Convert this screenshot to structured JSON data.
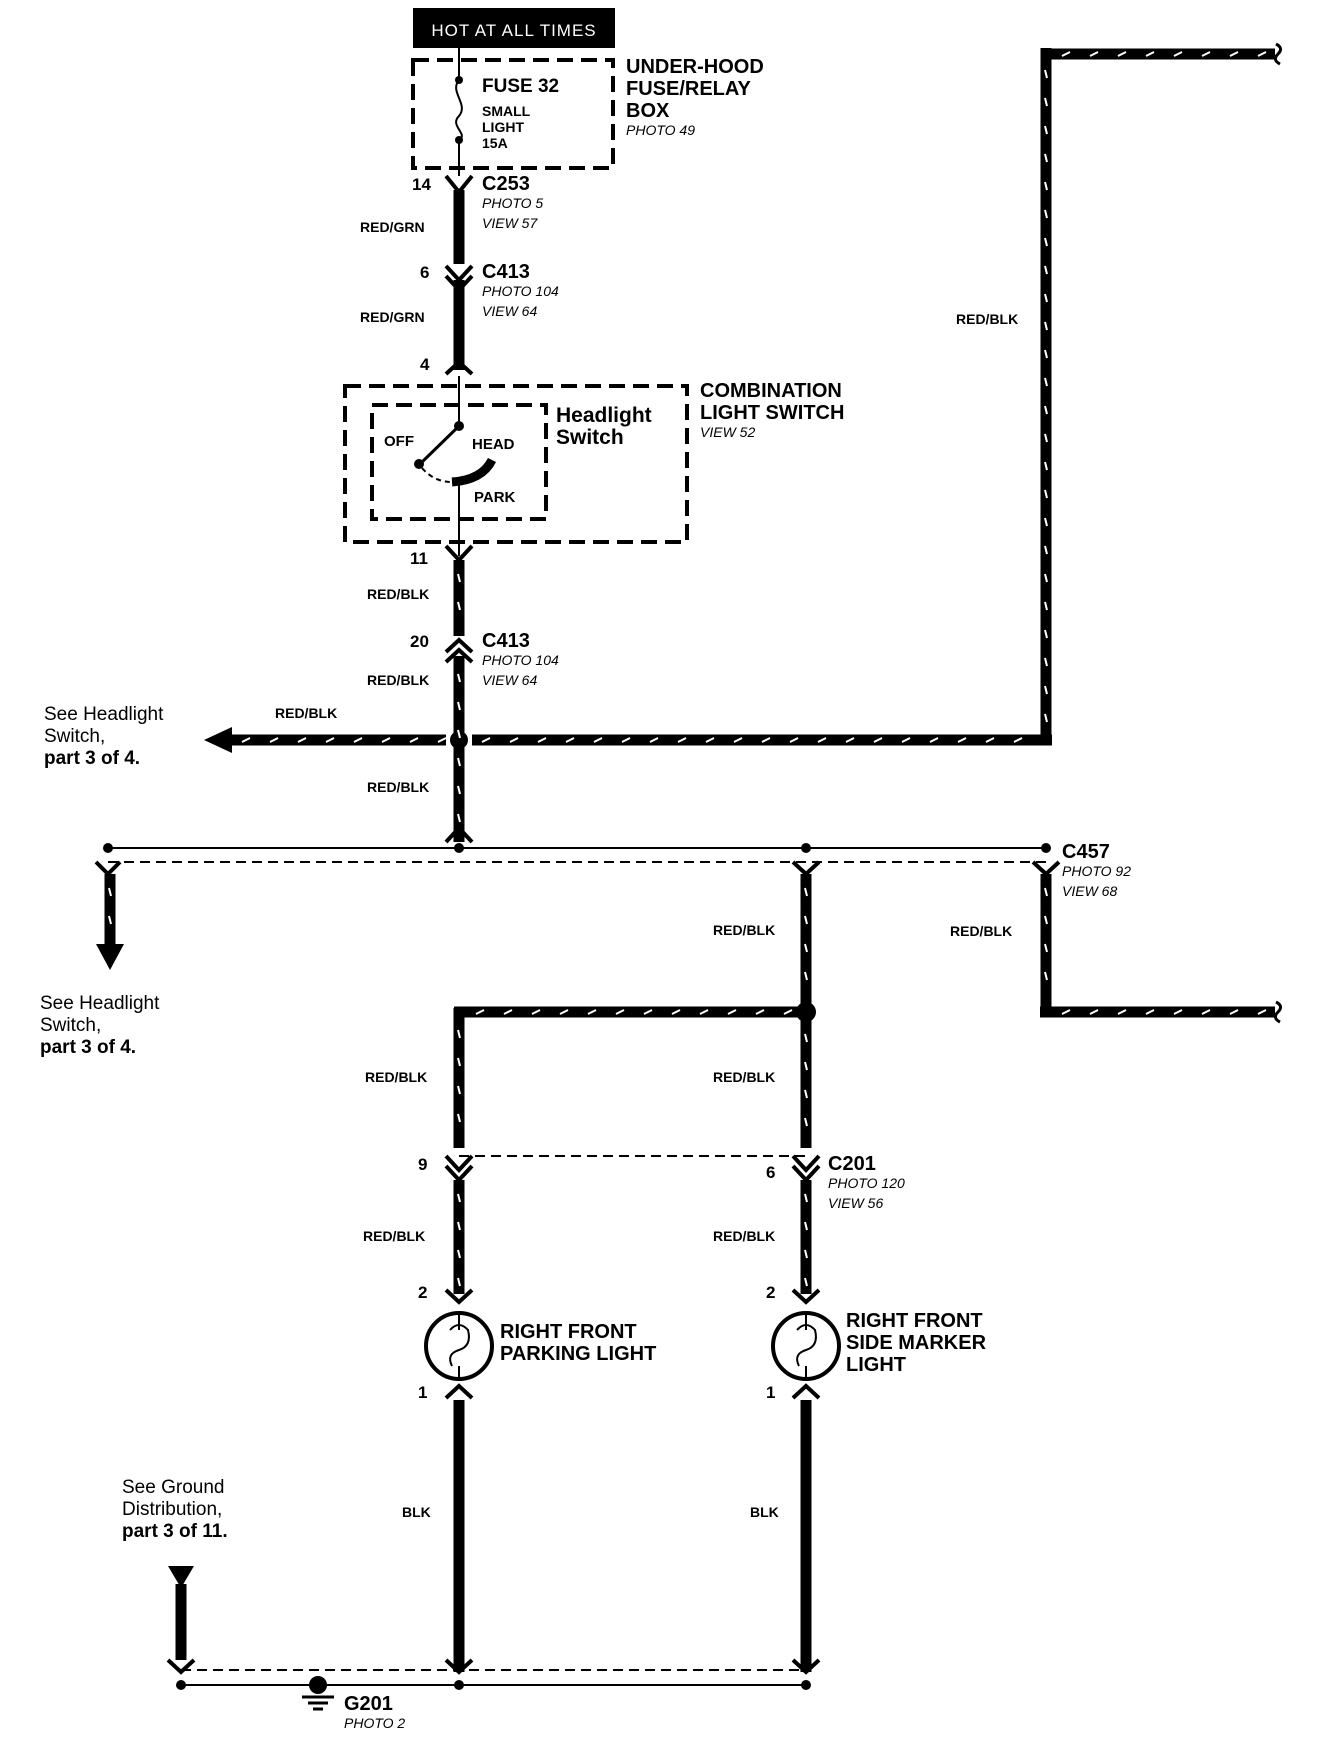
{
  "hot_label": "HOT AT ALL TIMES",
  "fuse_box": {
    "fuse": "FUSE 32",
    "desc": [
      "SMALL",
      "LIGHT",
      "15A"
    ],
    "name": [
      "UNDER-HOOD",
      "FUSE/RELAY",
      "BOX"
    ],
    "photo": "PHOTO 49"
  },
  "c253": {
    "pin": "14",
    "name": "C253",
    "photo": "PHOTO 5",
    "view": "VIEW 57"
  },
  "c413a": {
    "pin": "6",
    "name": "C413",
    "photo": "PHOTO 104",
    "view": "VIEW 64"
  },
  "pin4": "4",
  "switch": {
    "name": [
      "COMBINATION",
      "LIGHT SWITCH"
    ],
    "view": "VIEW 52",
    "inner_name": [
      "Headlight",
      "Switch"
    ],
    "off": "OFF",
    "head": "HEAD",
    "park": "PARK"
  },
  "pin11": "11",
  "c413b": {
    "pin": "20",
    "name": "C413",
    "photo": "PHOTO 104",
    "view": "VIEW 64"
  },
  "wires": {
    "red_grn": "RED/GRN",
    "red_blk": "RED/BLK",
    "blk": "BLK"
  },
  "see_headlight": [
    "See Headlight",
    "Switch,",
    "part 3 of 4."
  ],
  "c457": {
    "name": "C457",
    "photo": "PHOTO 92",
    "view": "VIEW 68"
  },
  "c201": {
    "pin_left": "9",
    "pin_right": "6",
    "name": "C201",
    "photo": "PHOTO 120",
    "view": "VIEW 56"
  },
  "parking_light": {
    "pin_top": "2",
    "pin_bottom": "1",
    "name": [
      "RIGHT FRONT",
      "PARKING LIGHT"
    ]
  },
  "marker_light": {
    "pin_top": "2",
    "pin_bottom": "1",
    "name": [
      "RIGHT FRONT",
      "SIDE MARKER",
      "LIGHT"
    ]
  },
  "see_ground": [
    "See Ground",
    "Distribution,",
    "part 3 of 11."
  ],
  "g201": {
    "name": "G201",
    "photo": "PHOTO 2"
  }
}
